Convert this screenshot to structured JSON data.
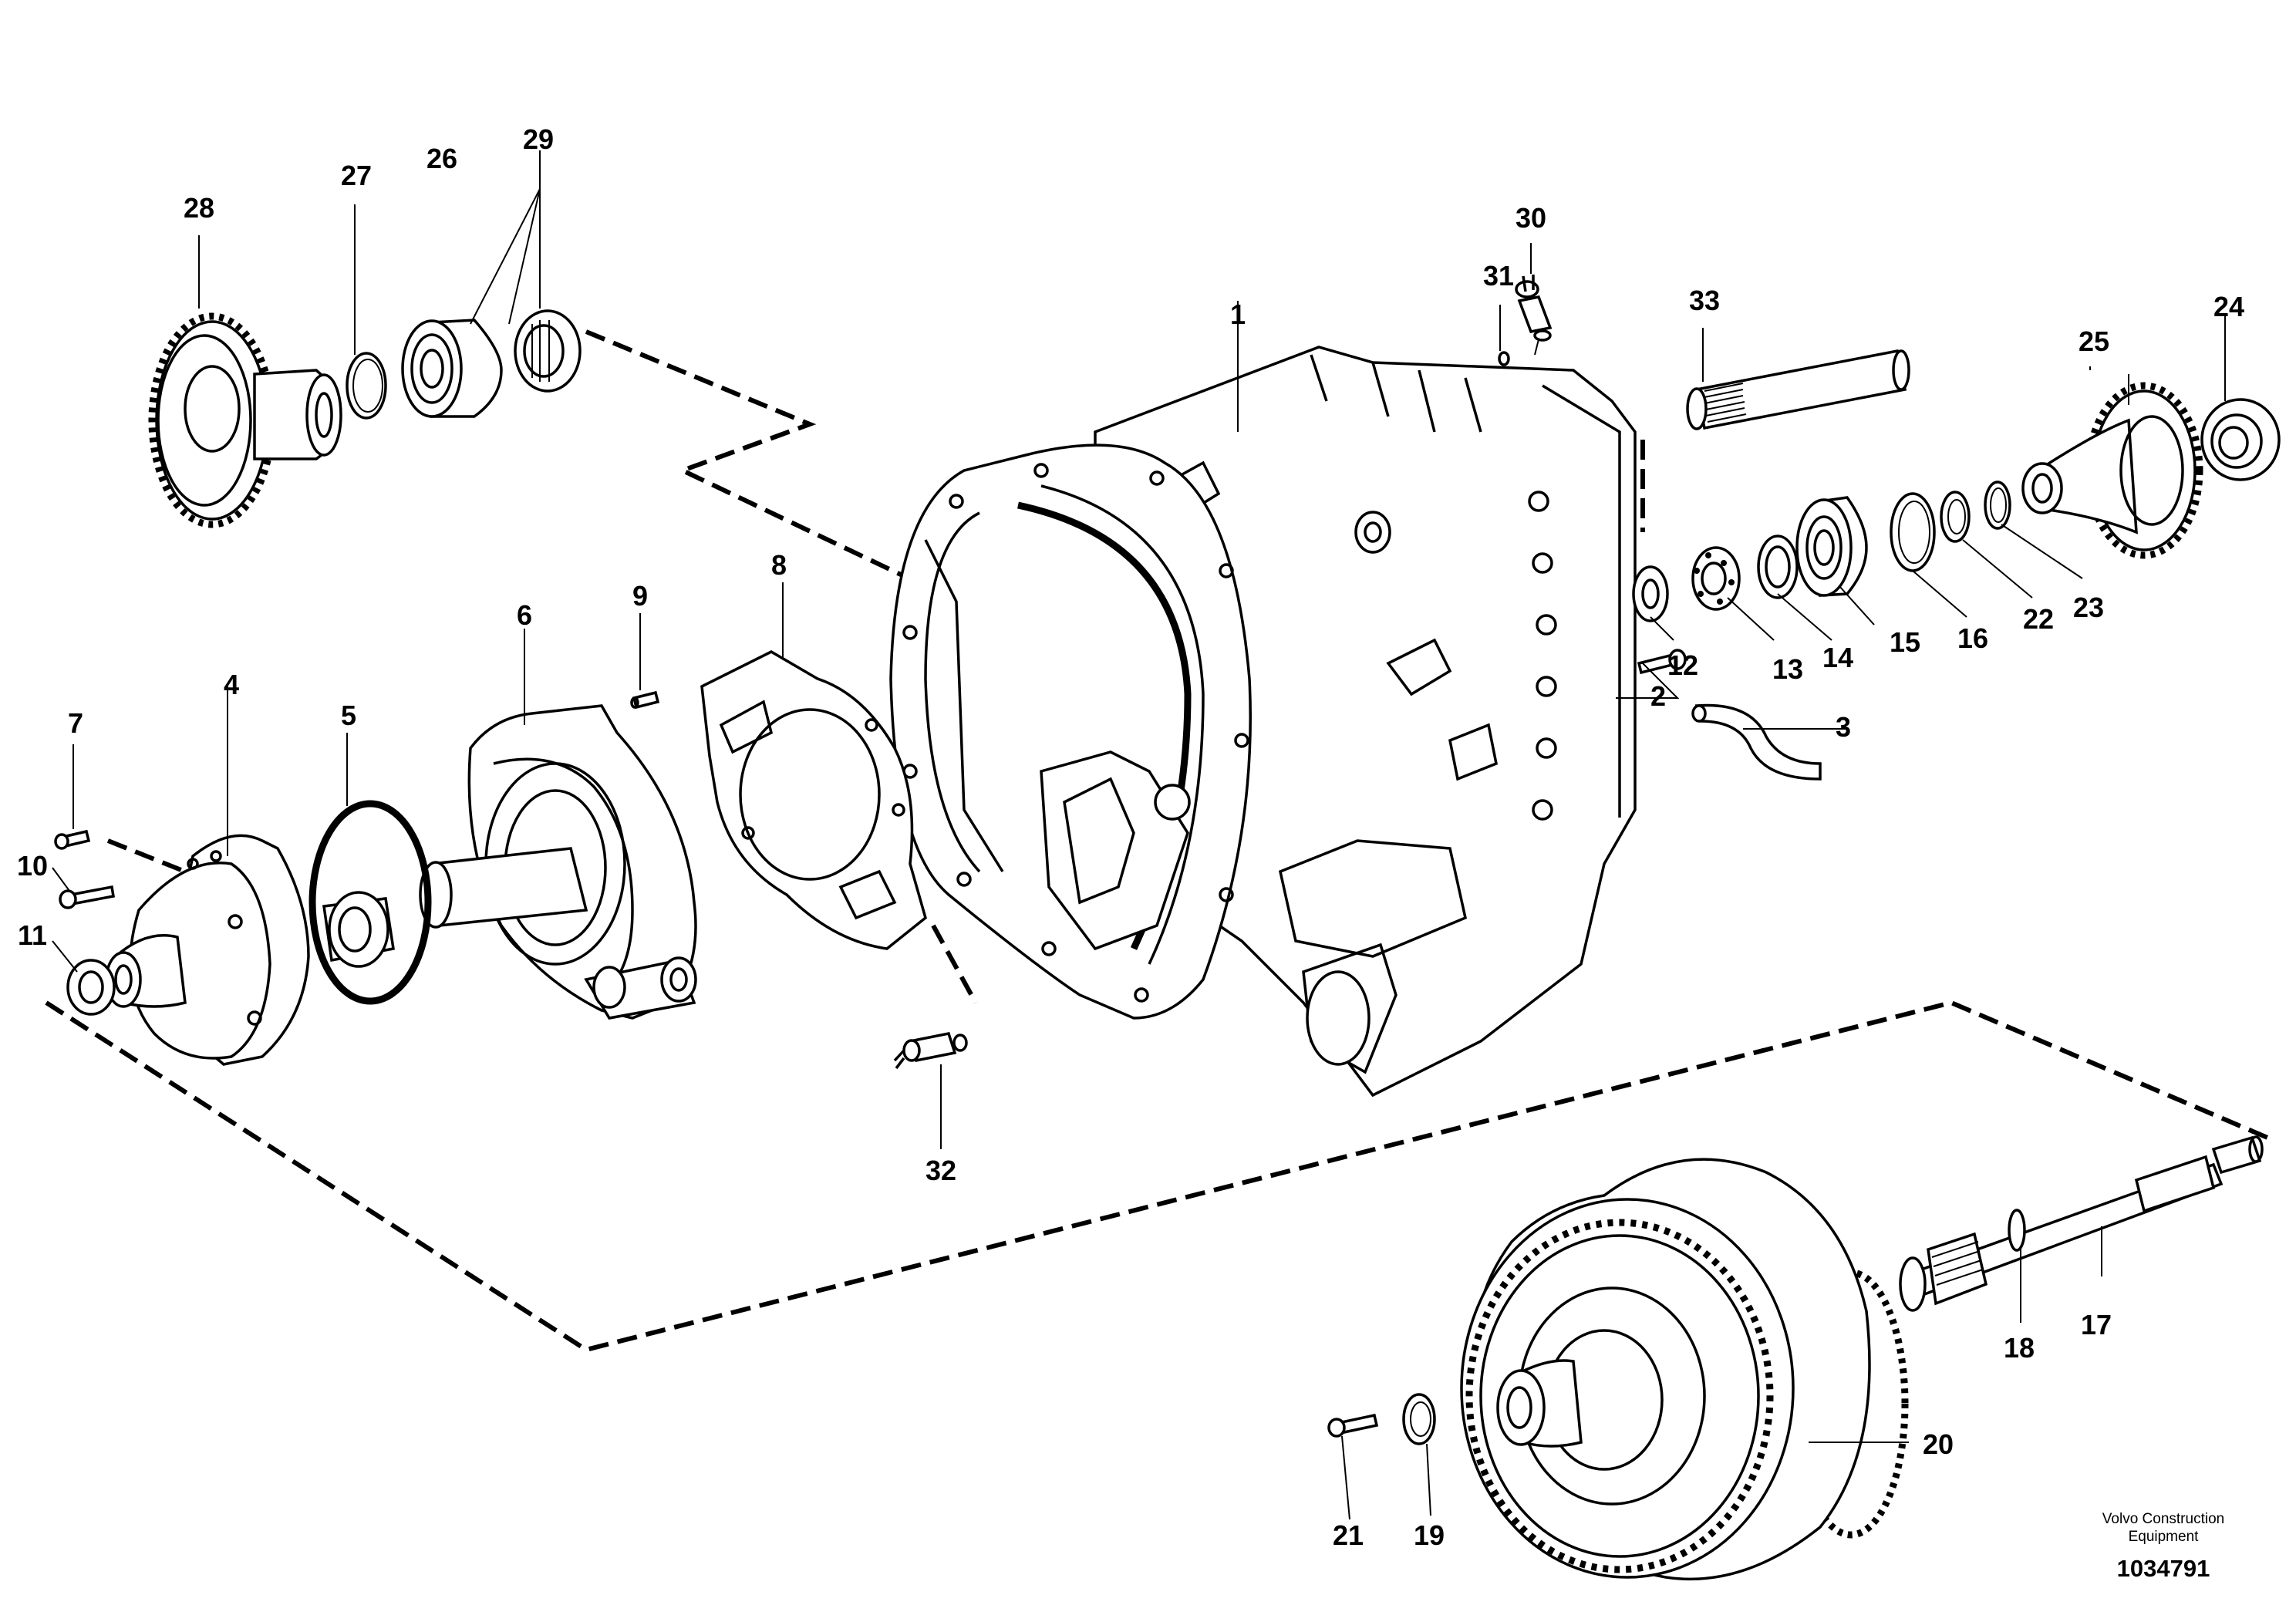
{
  "diagram": {
    "callouts": [
      "1",
      "2",
      "3",
      "4",
      "5",
      "6",
      "7",
      "8",
      "9",
      "10",
      "11",
      "12",
      "13",
      "14",
      "15",
      "16",
      "17",
      "18",
      "19",
      "20",
      "21",
      "22",
      "23",
      "24",
      "25",
      "26",
      "27",
      "28",
      "29",
      "30",
      "31",
      "32",
      "33"
    ],
    "credit_line1": "Volvo Construction",
    "credit_line2": "Equipment",
    "document_number": "1034791"
  }
}
